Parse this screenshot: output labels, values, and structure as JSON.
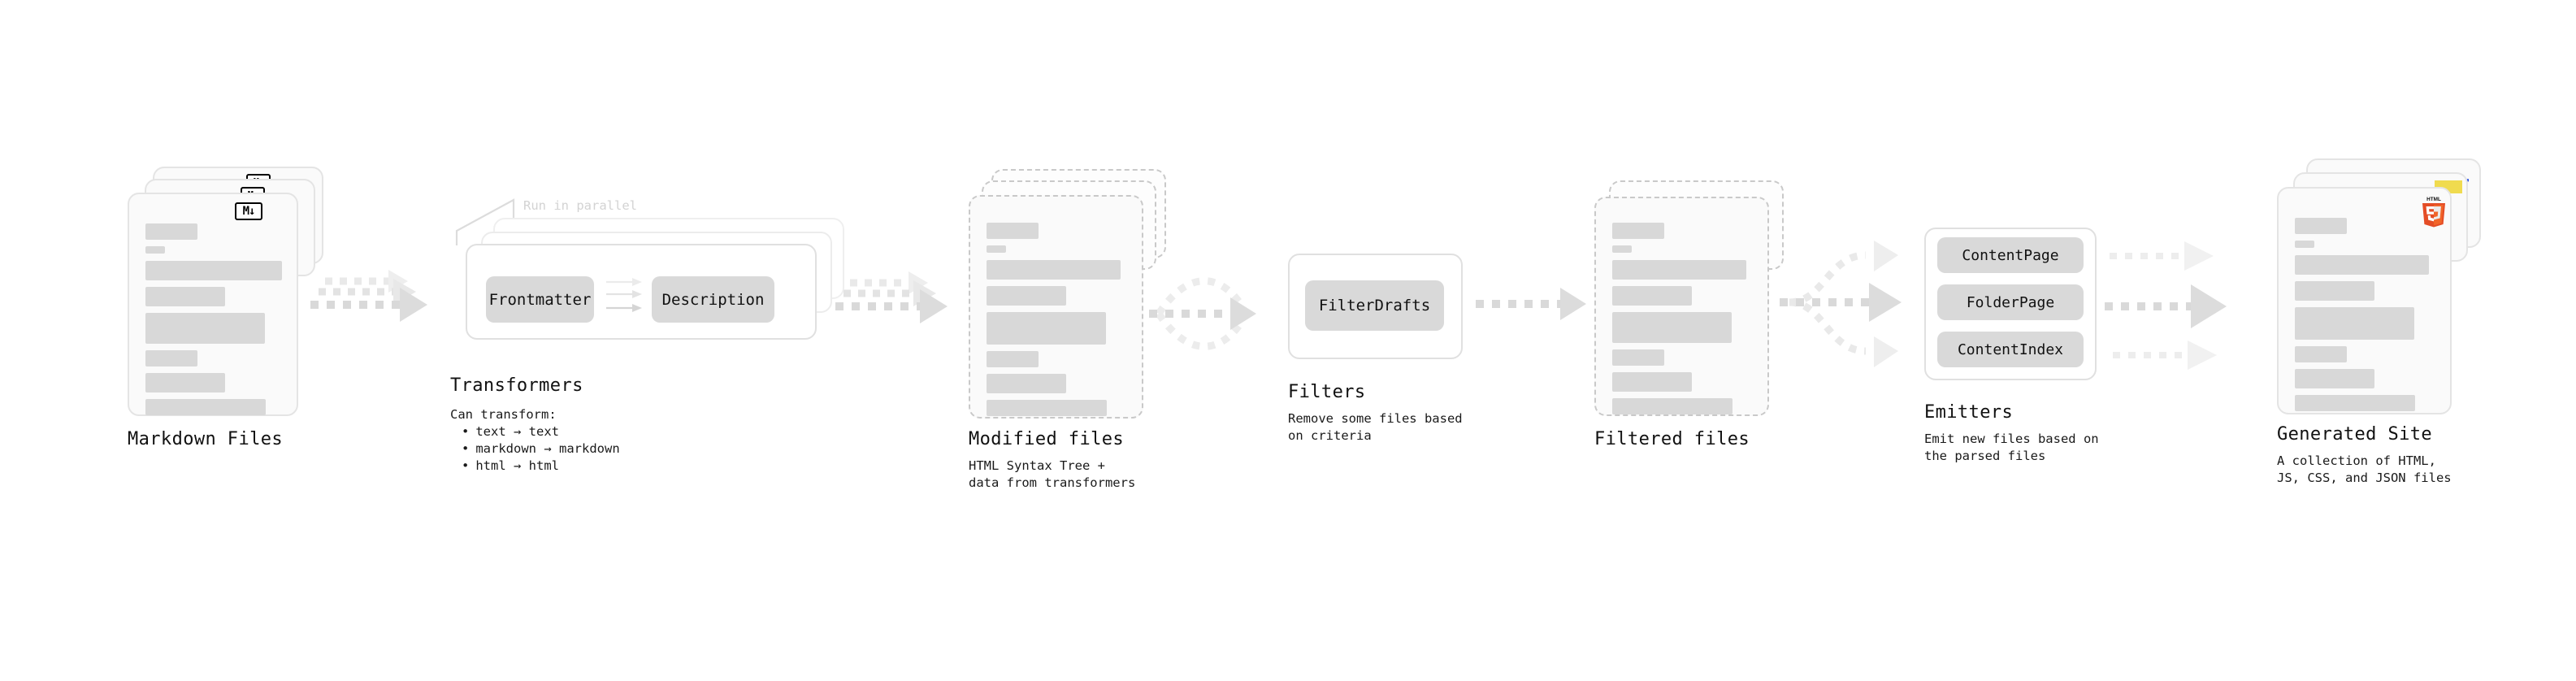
{
  "diagram": {
    "title_style": "monospace",
    "colors": {
      "skeleton_bar": "#d8d8d8",
      "card_bg": "#fafafa",
      "card_border": "#e4e4e4",
      "dashed_border": "#c9c9c9",
      "pill_bg": "#d9d9d9",
      "arrow": "#dadada",
      "muted_text": "#d3d3d3",
      "html5_orange": "#e44d26",
      "html5_orange_light": "#f16529",
      "js_yellow": "#f0db4f",
      "css3_blue": "#264de4"
    },
    "stages": [
      {
        "id": "markdown-files",
        "title": "Markdown Files",
        "caption": "",
        "badge": "markdown-badge",
        "badge_text": "M↓"
      },
      {
        "id": "transformers",
        "title": "Transformers",
        "annotation": "Run in parallel",
        "caption_lead": "Can transform:",
        "bullets": [
          "text → text",
          "markdown → markdown",
          "html → html"
        ],
        "pills": [
          "Frontmatter",
          "Description"
        ]
      },
      {
        "id": "modified-files",
        "title": "Modified files",
        "caption": "HTML Syntax Tree +\ndata from transformers"
      },
      {
        "id": "filters",
        "title": "Filters",
        "caption": "Remove some files based\non criteria",
        "pills": [
          "FilterDrafts"
        ]
      },
      {
        "id": "filtered-files",
        "title": "Filtered files",
        "caption": ""
      },
      {
        "id": "emitters",
        "title": "Emitters",
        "caption": "Emit new files based on\nthe parsed files",
        "pills": [
          "ContentPage",
          "FolderPage",
          "ContentIndex"
        ]
      },
      {
        "id": "generated-site",
        "title": "Generated Site",
        "caption": "A collection of HTML,\nJS, CSS, and JSON files",
        "badges": [
          "html5-badge",
          "js-badge",
          "css3-badge"
        ],
        "badge_text": "HTML"
      }
    ]
  }
}
